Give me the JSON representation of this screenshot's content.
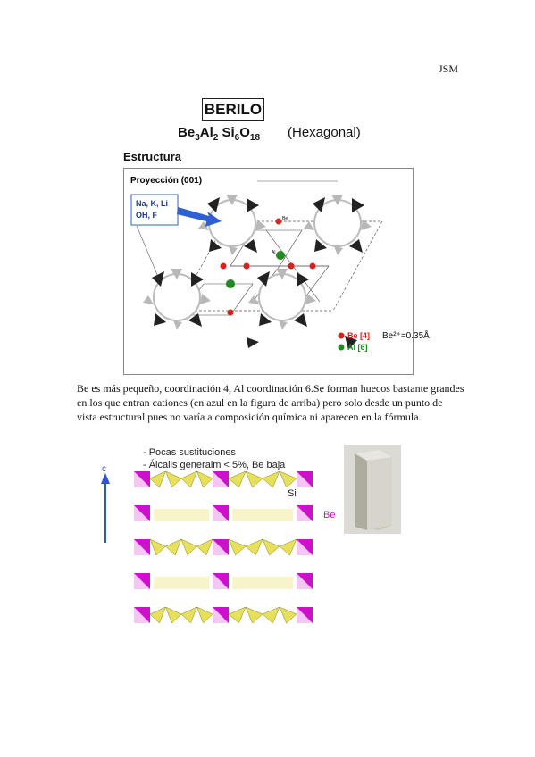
{
  "header": {
    "author": "JSM"
  },
  "mineral": {
    "name": "BERILO",
    "formula_parts": [
      "Be",
      "3",
      "Al",
      "2",
      " Si",
      "6",
      "O",
      "18"
    ],
    "crystal_system": "(Hexagonal)"
  },
  "structure_figure": {
    "heading": "Estructura",
    "projection_label": "Proyección (001)",
    "channel_label_1": "Na, K, Li",
    "channel_label_2": "OH, F",
    "legend_be": "Be [4]",
    "legend_al": "Al [6]",
    "radius_note": "Be²⁺=0.35Å",
    "small_labels": {
      "be": "Be",
      "al": "Al"
    },
    "colors": {
      "be": "#d6221c",
      "al": "#1f8a1f",
      "arrow": "#2f5fd0",
      "tetra_dark": "#222222",
      "tetra_light": "#b8b8b8"
    }
  },
  "paragraph": "Be es más pequeño, coordinación 4, Al coordinación 6.Se forman huecos bastante grandes en los que entran cationes (en azul en la figura de arriba) pero solo desde un punto de vista estructural pues no varía a composición química ni aparecen en la fórmula.",
  "side_view_figure": {
    "note_1": "- Pocas sustituciones",
    "note_2": "- Álcalis generalm < 5%,  Be baja",
    "axis_label": "c",
    "si_label": "Si",
    "be_label": "Be",
    "colors": {
      "si": "#e6e05a",
      "be": "#cc10cc",
      "axis": "#2f55c8"
    }
  }
}
